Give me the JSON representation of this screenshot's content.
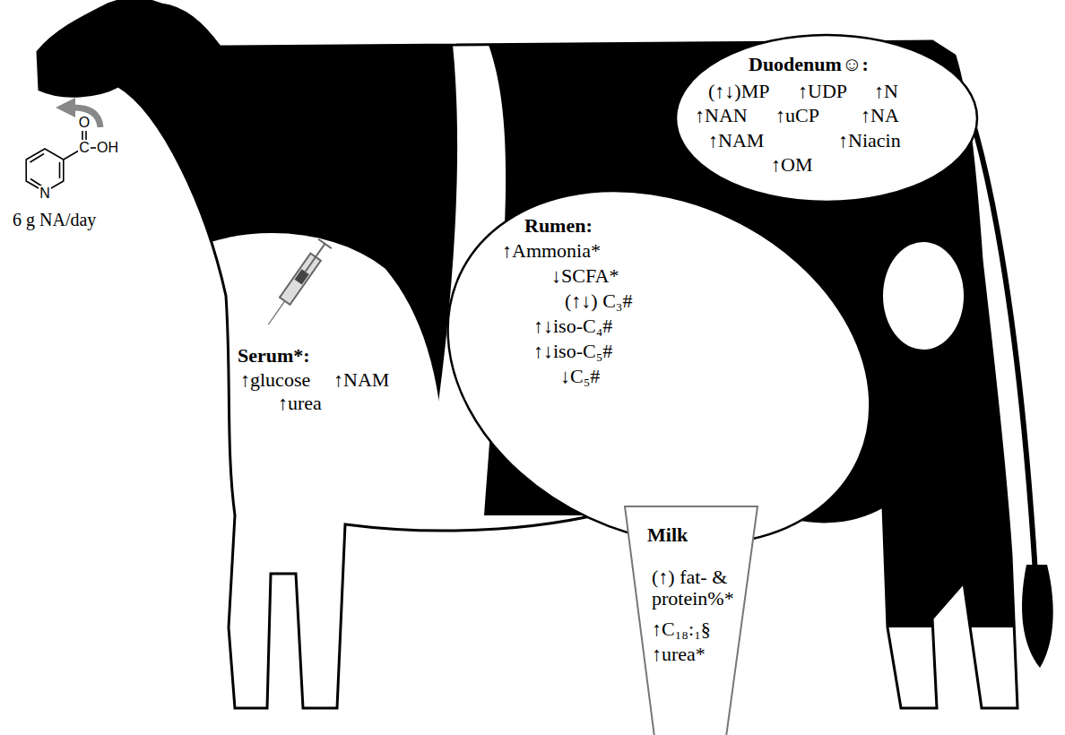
{
  "diagram": {
    "nodes": [
      {
        "text": [
          "Rumen:",
          "↑Ammonia*",
          "↓SCFA*",
          "(↑↓) C₃#",
          "↑↓iso-C₄#",
          "↑↓iso-C₅#",
          "↓C₅#"
        ]
      },
      {
        "text": [
          "Duodenum☺:",
          "(↑↓)MP",
          "↑UDP",
          "↑N",
          "↑NAN",
          "↑uCP",
          "↑NA",
          "↑NAM",
          "↑Niacin",
          "↑OM"
        ]
      },
      {
        "text": [
          "Milk",
          "(↑) fat- & protein%*",
          "↑C₁₈:₁§",
          "↑urea*"
        ]
      }
    ],
    "labels": [
      "6 g NA/day",
      "O",
      "C",
      "OH",
      "N",
      "Serum*:",
      "↑glucose",
      "↑NAM",
      "↑urea"
    ]
  }
}
